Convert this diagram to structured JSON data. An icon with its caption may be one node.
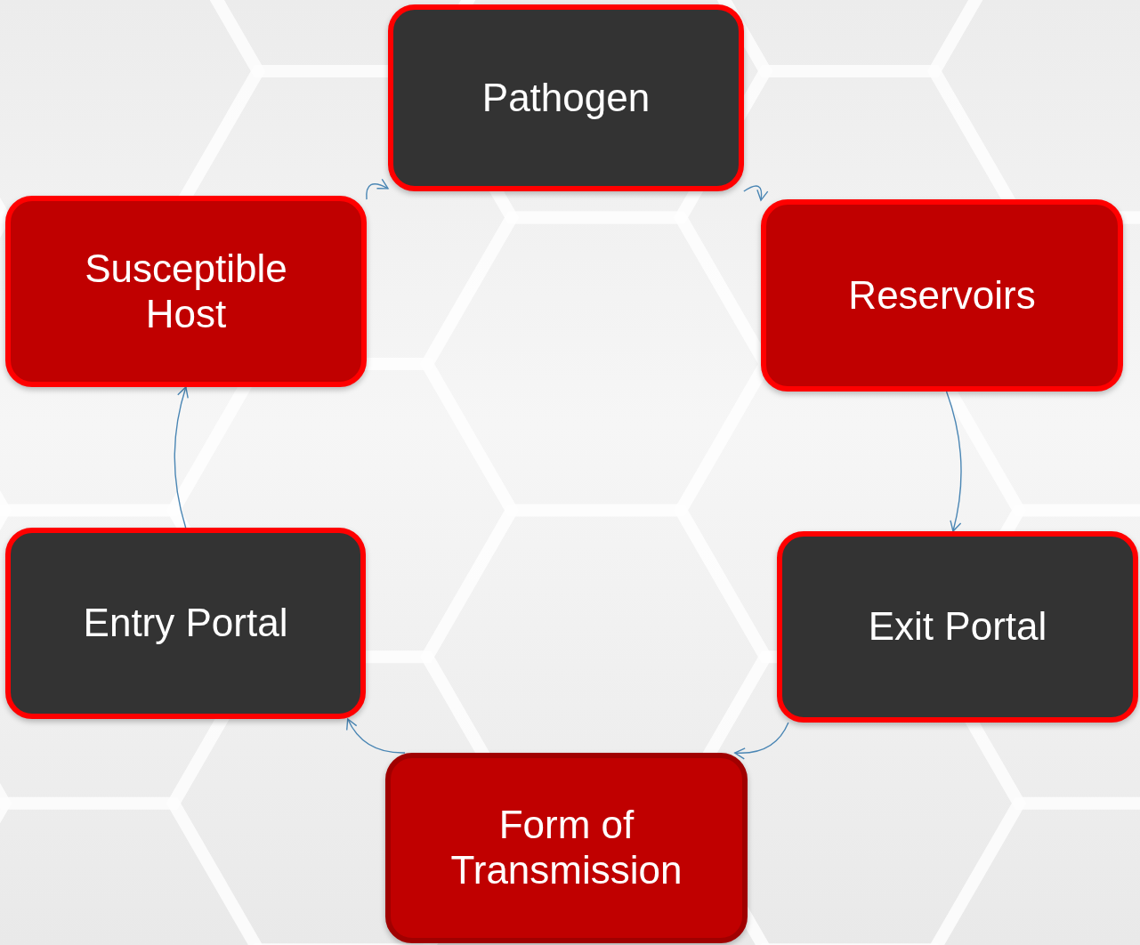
{
  "diagram": {
    "nodes": [
      {
        "text": [
          "Pathogen"
        ]
      },
      {
        "text": [
          "Reservoirs"
        ]
      },
      {
        "text": [
          "Exit Portal"
        ]
      },
      {
        "text": [
          "Form of Transmission"
        ]
      },
      {
        "text": [
          "Entry Portal"
        ]
      },
      {
        "text": [
          "Susceptible Host"
        ]
      }
    ],
    "edges": [
      {
        "from": 0,
        "to": 1,
        "arrow": "to"
      },
      {
        "from": 1,
        "to": 2,
        "arrow": "to"
      },
      {
        "from": 2,
        "to": 3,
        "arrow": "to"
      },
      {
        "from": 3,
        "to": 4,
        "arrow": "to"
      },
      {
        "from": 4,
        "to": 5,
        "arrow": "to"
      },
      {
        "from": 5,
        "to": 0,
        "arrow": "to"
      }
    ]
  }
}
